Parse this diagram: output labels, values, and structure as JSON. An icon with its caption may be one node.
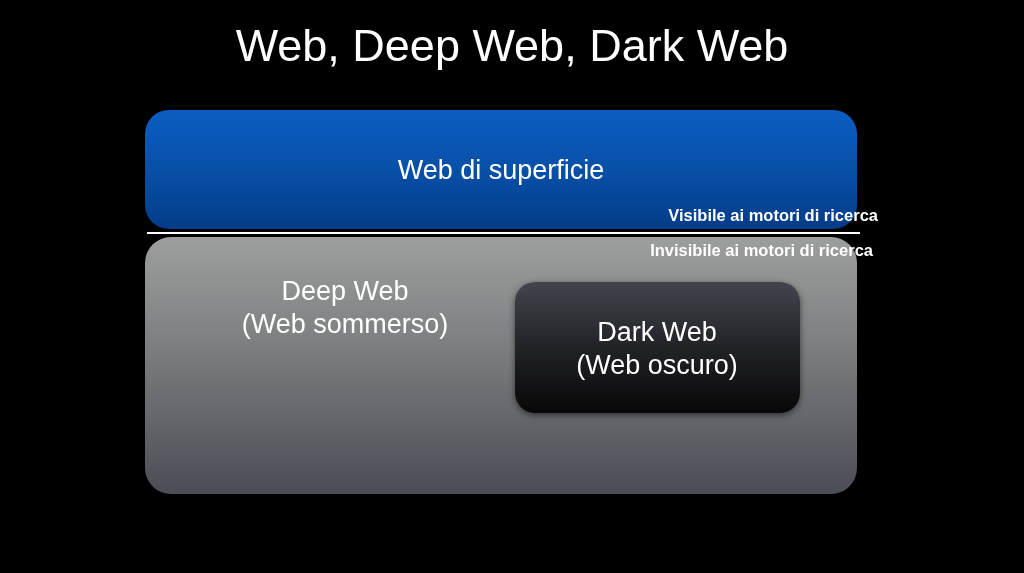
{
  "diagram": {
    "title": "Web, Deep Web, Dark Web",
    "nodes": [
      {
        "text": [
          "Web di superficie"
        ]
      },
      {
        "text": [
          "Deep Web (Web sommerso)"
        ]
      },
      {
        "text": [
          "Dark Web (Web oscuro)"
        ],
        "in": 1
      }
    ],
    "labels": [
      "Visibile ai motori di ricerca",
      "Invisibile ai motori di ricerca"
    ]
  }
}
